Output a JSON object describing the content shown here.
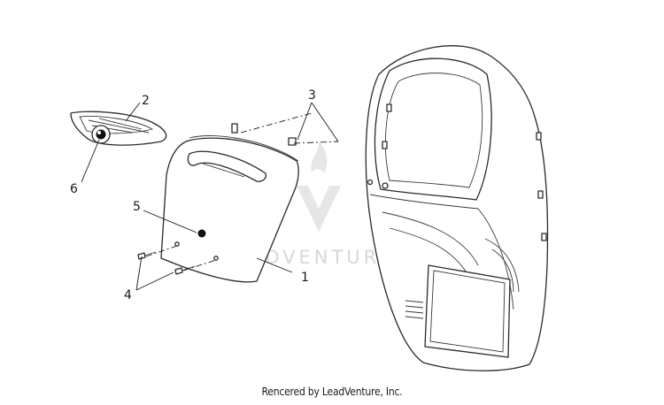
{
  "callouts": {
    "c1": "1",
    "c2": "2",
    "c3": "3",
    "c4": "4",
    "c5": "5",
    "c6": "6"
  },
  "watermark": {
    "text": "LEADVENTURE"
  },
  "caption": "Rencered by LeadVenture, Inc.",
  "colors": {
    "line": "#2a2a2a",
    "watermark": "#d8d8d8",
    "background": "#ffffff"
  }
}
